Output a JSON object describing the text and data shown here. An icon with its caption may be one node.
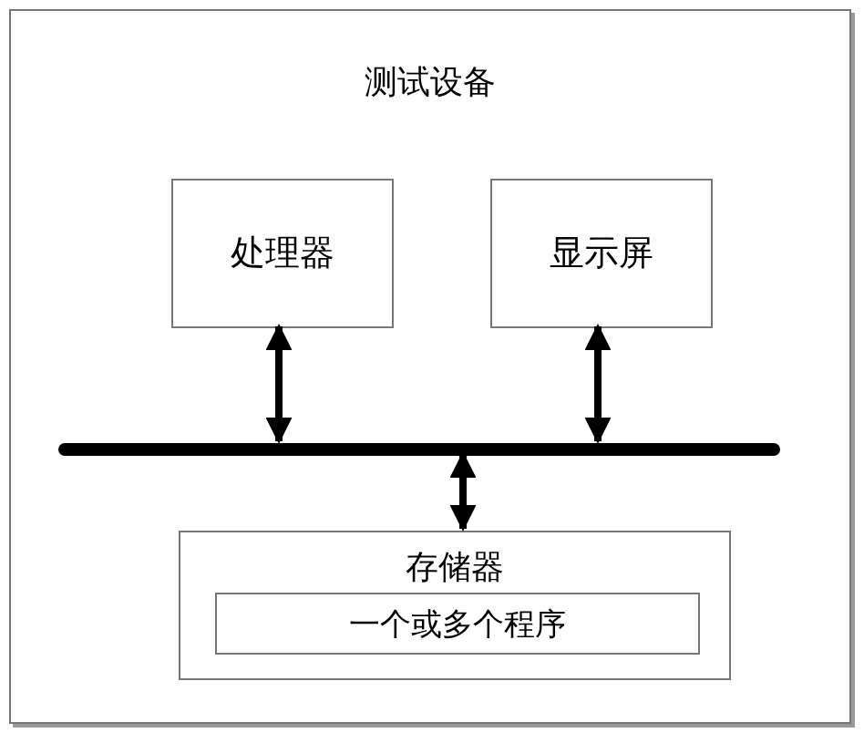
{
  "diagram": {
    "nodes": [
      {
        "text": [
          "测试设备"
        ]
      },
      {
        "text": [
          "处理器"
        ],
        "in": 0
      },
      {
        "text": [
          "显示屏"
        ],
        "in": 0
      },
      {
        "text": [],
        "shape": "bar",
        "in": 0
      },
      {
        "text": [
          "存储器"
        ],
        "in": 0
      },
      {
        "text": [
          "一个或多个程序"
        ],
        "in": 4
      }
    ],
    "edges": [
      {
        "from": 1,
        "to": 3,
        "arrow": "both"
      },
      {
        "from": 2,
        "to": 3,
        "arrow": "both"
      },
      {
        "from": 3,
        "to": 4,
        "arrow": "both"
      }
    ]
  }
}
